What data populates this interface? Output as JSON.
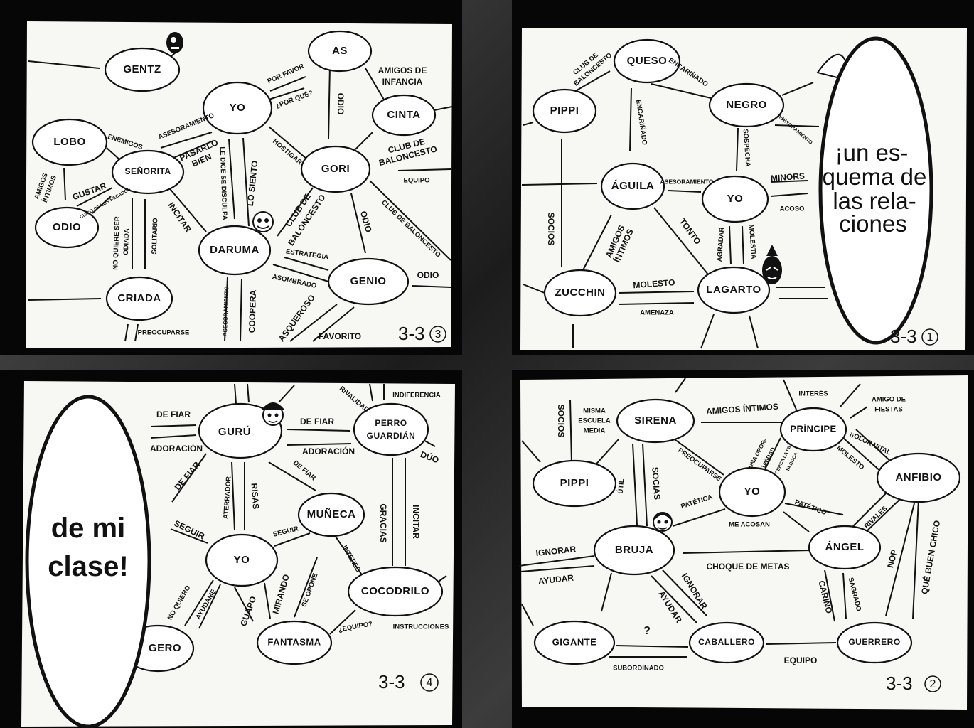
{
  "panels": [
    {
      "id": "tl",
      "sheet_id": "3-3",
      "sheet_num": "3",
      "nodes": [
        {
          "key": "gentz",
          "label": "GENTZ"
        },
        {
          "key": "as",
          "label": "AS"
        },
        {
          "key": "yo",
          "label": "YO"
        },
        {
          "key": "cinta",
          "label": "CINTA"
        },
        {
          "key": "lobo",
          "label": "LOBO"
        },
        {
          "key": "senorita",
          "label": "SEÑORITA"
        },
        {
          "key": "gori",
          "label": "GORI"
        },
        {
          "key": "odio",
          "label": "ODIO"
        },
        {
          "key": "daruma",
          "label": "DARUMA"
        },
        {
          "key": "genio",
          "label": "GENIO"
        },
        {
          "key": "criada",
          "label": "CRIADA"
        }
      ],
      "edge_labels": [
        {
          "text": "POR FAVOR"
        },
        {
          "text": "¿POR QUÉ?"
        },
        {
          "text": "ODIO"
        },
        {
          "text": "AMIGOS DE"
        },
        {
          "text": "INFANCIA"
        },
        {
          "text": "ENEMIGOS"
        },
        {
          "text": "ASESORAMIENTO"
        },
        {
          "text": "PASARLO"
        },
        {
          "text": "BIEN"
        },
        {
          "text": "LE DICE SE DISCULPA"
        },
        {
          "text": "LO SIENTO"
        },
        {
          "text": "HOSTIGAR"
        },
        {
          "text": "CLUB DE"
        },
        {
          "text": "BALONCESTO"
        },
        {
          "text": "EQUIPO"
        },
        {
          "text": "AMIGOS"
        },
        {
          "text": "ÍNTIMOS"
        },
        {
          "text": "GUSTAR"
        },
        {
          "text": "CHICO DE LOS RECADOS"
        },
        {
          "text": "INCITAR"
        },
        {
          "text": "CLUB DE"
        },
        {
          "text": "BALONCESTO"
        },
        {
          "text": "ODIO"
        },
        {
          "text": "CLUB DE BALONCESTO"
        },
        {
          "text": "NO QUIERE SER"
        },
        {
          "text": "ODIADA"
        },
        {
          "text": "SOLITARIO"
        },
        {
          "text": "ESTRATEGIA"
        },
        {
          "text": "ASOMBRADO"
        },
        {
          "text": "ODIO"
        },
        {
          "text": "ASESORAMIENTO"
        },
        {
          "text": "COOPERA"
        },
        {
          "text": "ASQUEROSO"
        },
        {
          "text": "FAVORITO"
        },
        {
          "text": "PREOCUPARSE"
        }
      ]
    },
    {
      "id": "tr",
      "sheet_id": "3-3",
      "sheet_num": "1",
      "nodes": [
        {
          "key": "queso",
          "label": "QUESO"
        },
        {
          "key": "pippi",
          "label": "PIPPI"
        },
        {
          "key": "negro",
          "label": "NEGRO"
        },
        {
          "key": "aguila",
          "label": "ÁGUILA"
        },
        {
          "key": "yo",
          "label": "YO"
        },
        {
          "key": "zucchin",
          "label": "ZUCCHIN"
        },
        {
          "key": "lagarto",
          "label": "LAGARTO"
        }
      ],
      "edge_labels": [
        {
          "text": "CLUB DE"
        },
        {
          "text": "BALONCESTO"
        },
        {
          "text": "ENCARIÑADO"
        },
        {
          "text": "ENCARIÑADO"
        },
        {
          "text": "SOSPECHA"
        },
        {
          "text": "ASESORAMIENTO"
        },
        {
          "text": "ASESORAMIENTO"
        },
        {
          "text": "MINORS"
        },
        {
          "text": "ACOSO"
        },
        {
          "text": "SOCIOS"
        },
        {
          "text": "AMIGOS"
        },
        {
          "text": "ÍNTIMOS"
        },
        {
          "text": "TONTO"
        },
        {
          "text": "AGRADAR"
        },
        {
          "text": "MOLESTIA"
        },
        {
          "text": "MOLESTO"
        },
        {
          "text": "AMENAZA"
        }
      ],
      "bubble_lines": [
        "¡un es-",
        "quema de",
        "las rela-",
        "ciones"
      ]
    },
    {
      "id": "bl",
      "sheet_id": "3-3",
      "sheet_num": "4",
      "nodes": [
        {
          "key": "guru",
          "label": "GURÚ"
        },
        {
          "key": "perro",
          "label": "PERRO"
        },
        {
          "key": "perro2",
          "label": "GUARDIÁN"
        },
        {
          "key": "muneca",
          "label": "MUÑECA"
        },
        {
          "key": "yo",
          "label": "YO"
        },
        {
          "key": "cocodrilo",
          "label": "COCODRILO"
        },
        {
          "key": "fantasma",
          "label": "FANTASMA"
        },
        {
          "key": "gero",
          "label": "GERO"
        }
      ],
      "edge_labels": [
        {
          "text": "RIVALIDAD"
        },
        {
          "text": "INDIFERENCIA"
        },
        {
          "text": "DE FIAR"
        },
        {
          "text": "DE FIAR"
        },
        {
          "text": "ADORACIÓN"
        },
        {
          "text": "ADORACIÓN"
        },
        {
          "text": "DÚO"
        },
        {
          "text": "DE FIAR"
        },
        {
          "text": "DE FIAR"
        },
        {
          "text": "ATERRADOR"
        },
        {
          "text": "RISAS"
        },
        {
          "text": "GRACIAS"
        },
        {
          "text": "INCITAR"
        },
        {
          "text": "SEGUIR"
        },
        {
          "text": "SEGUIR"
        },
        {
          "text": "INTERÉS"
        },
        {
          "text": "NO QUIERO"
        },
        {
          "text": "AYÚDAME"
        },
        {
          "text": "GUAPO"
        },
        {
          "text": "MIRANDO"
        },
        {
          "text": "SE OPONE"
        },
        {
          "text": "¿EQUIPO?"
        },
        {
          "text": "INSTRUCCIONES"
        }
      ],
      "bubble_lines": [
        "de mi",
        "clase!"
      ]
    },
    {
      "id": "br",
      "sheet_id": "3-3",
      "sheet_num": "2",
      "nodes": [
        {
          "key": "sirena",
          "label": "SIRENA"
        },
        {
          "key": "principe",
          "label": "PRÍNCIPE"
        },
        {
          "key": "pippi",
          "label": "PIPPI"
        },
        {
          "key": "anfibio",
          "label": "ANFIBIO"
        },
        {
          "key": "yo",
          "label": "YO"
        },
        {
          "key": "bruja",
          "label": "BRUJA"
        },
        {
          "key": "angel",
          "label": "ÁNGEL"
        },
        {
          "key": "gigante",
          "label": "GIGANTE"
        },
        {
          "key": "caballero",
          "label": "CABALLERO"
        },
        {
          "key": "guerrero",
          "label": "GUERRERO"
        }
      ],
      "edge_labels": [
        {
          "text": "SOCIOS"
        },
        {
          "text": "MISMA"
        },
        {
          "text": "ESCUELA"
        },
        {
          "text": "MEDIA"
        },
        {
          "text": "AMIGOS ÍNTIMOS"
        },
        {
          "text": "INTERÉS"
        },
        {
          "text": "AMIGO DE"
        },
        {
          "text": "FIESTAS"
        },
        {
          "text": "¡¡OLOR VITAL"
        },
        {
          "text": "MOLESTO"
        },
        {
          "text": "ÚTIL"
        },
        {
          "text": "SOCIAS"
        },
        {
          "text": "PREOCUPARSE"
        },
        {
          "text": "UNA OPOR-"
        },
        {
          "text": "TUNIDAD"
        },
        {
          "text": "CERCA LA PIL"
        },
        {
          "text": "TA BOCA"
        },
        {
          "text": "PATÉTICA"
        },
        {
          "text": "PATÉTICO"
        },
        {
          "text": "RIVALES"
        },
        {
          "text": "ME ACOSAN"
        },
        {
          "text": "IGNORAR"
        },
        {
          "text": "AYUDAR"
        },
        {
          "text": "CHOQUE DE METAS"
        },
        {
          "text": "IGNORAR"
        },
        {
          "text": "AYUDAR"
        },
        {
          "text": "CARIÑO"
        },
        {
          "text": "SAGRADO"
        },
        {
          "text": "NOP"
        },
        {
          "text": "QUÉ BUEN CHICO"
        },
        {
          "text": "?"
        },
        {
          "text": "SUBORDINADO"
        },
        {
          "text": "EQUIPO"
        }
      ]
    }
  ]
}
